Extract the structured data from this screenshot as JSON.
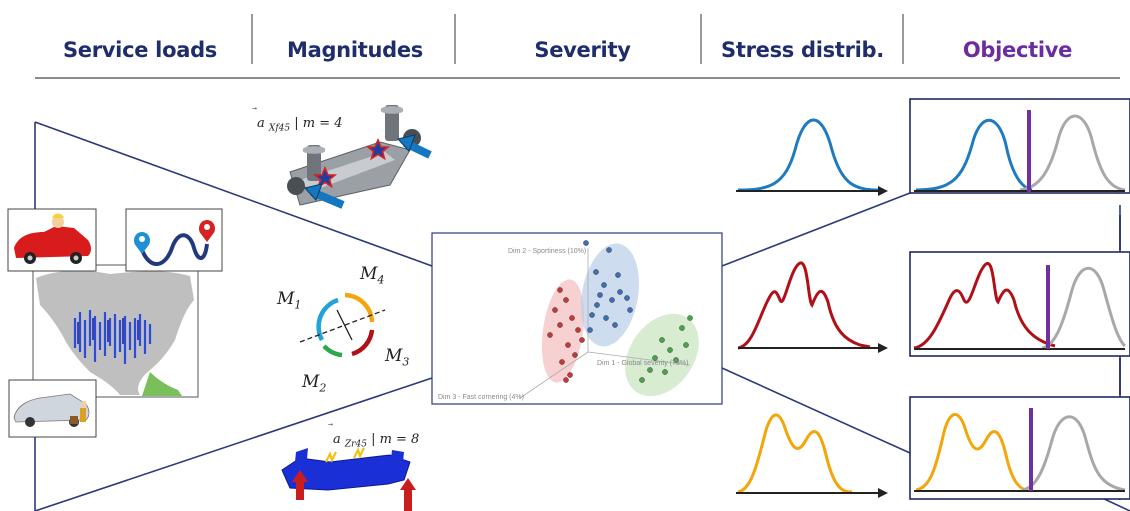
{
  "header": {
    "columns": [
      {
        "label": "Service loads"
      },
      {
        "label": "Magnitudes"
      },
      {
        "label": "Severity"
      },
      {
        "label": "Stress distrib."
      },
      {
        "label": "Objective"
      }
    ]
  },
  "magnitudes": {
    "front_formula": {
      "symbol": "a",
      "subscript": "Xf45",
      "condition": "| m = 4"
    },
    "rear_formula": {
      "symbol": "a",
      "subscript": "Zr45",
      "condition": "| m = 8"
    },
    "m_labels": [
      {
        "base": "M",
        "sub": "1"
      },
      {
        "base": "M",
        "sub": "4"
      },
      {
        "base": "M",
        "sub": "3"
      },
      {
        "base": "M",
        "sub": "2"
      }
    ]
  },
  "severity": {
    "axes": {
      "dim1": "Dim 1 - Global severity (73%)",
      "dim2": "Dim 2 - Sportiness (10%)",
      "dim3": "Dim 3 - Fast cornering (4%)"
    }
  },
  "colors": {
    "header_text": "#1f2d6b",
    "objective_text": "#6a2c9e",
    "frame_line": "#2b3a7a",
    "blue_curve": "#1f7ac0",
    "red_curve": "#b01018",
    "yellow_curve": "#f2a60c",
    "gray_curve": "#a8a8a8",
    "purple_bar": "#7030a0"
  },
  "icons": [
    "convertible-car-icon",
    "route-map-pin-icon",
    "wagon-car-icon",
    "front-subframe-icon",
    "rear-axle-icon",
    "north-america-map-icon"
  ]
}
